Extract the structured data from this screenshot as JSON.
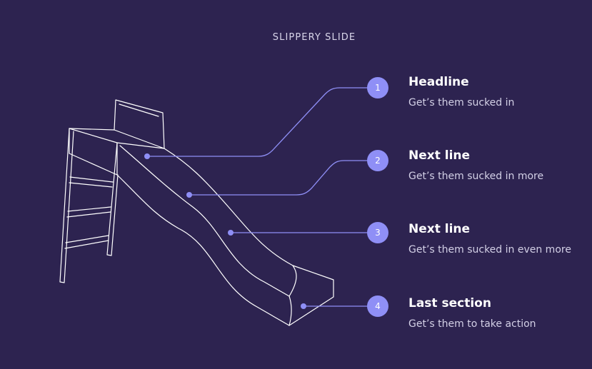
{
  "title": "SLIPPERY SLIDE",
  "colors": {
    "background": "#2d2350",
    "accent": "#8f8ff6",
    "line": "#ffffff"
  },
  "steps": [
    {
      "number": "1",
      "heading": "Headline",
      "description": "Get’s them sucked in"
    },
    {
      "number": "2",
      "heading": "Next line",
      "description": "Get’s them sucked in more"
    },
    {
      "number": "3",
      "heading": "Next line",
      "description": "Get’s them sucked in even more"
    },
    {
      "number": "4",
      "heading": "Last section",
      "description": "Get’s them to take action"
    }
  ]
}
